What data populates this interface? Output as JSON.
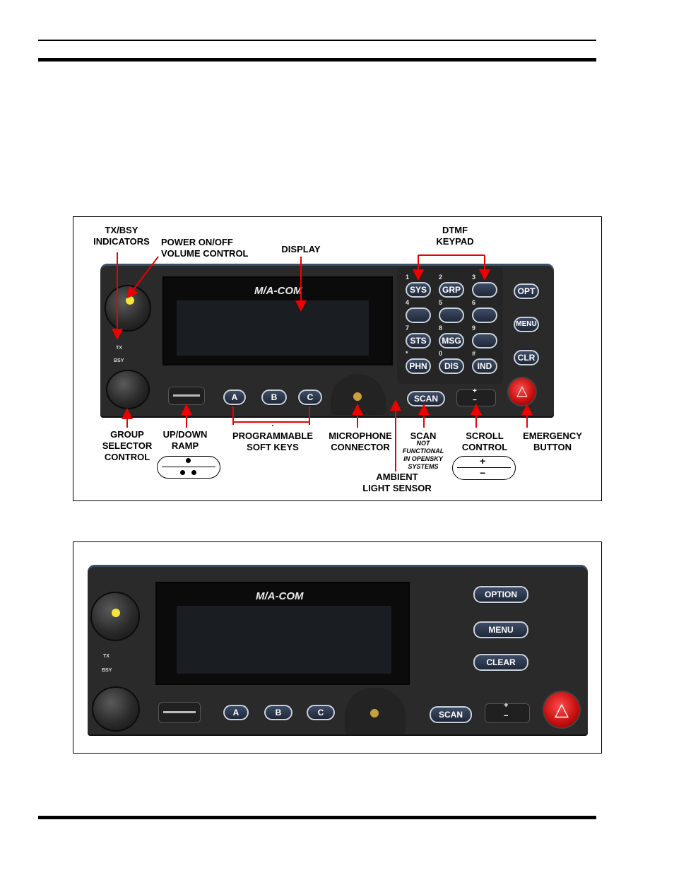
{
  "figure1": {
    "labels": {
      "tx_bsy": "TX/BSY\nINDICATORS",
      "power": "POWER ON/OFF\nVOLUME CONTROL",
      "display": "DISPLAY",
      "dtmf": "DTMF\nKEYPAD",
      "group": "GROUP\nSELECTOR\nCONTROL",
      "updown": "UP/DOWN\nRAMP",
      "softkeys": "PROGRAMMABLE\nSOFT KEYS",
      "mic": "MICROPHONE\nCONNECTOR",
      "scan": "SCAN",
      "scan_note": "NOT\nFUNCTIONAL\nIN OPENSKY\nSYSTEMS",
      "scroll": "SCROLL\nCONTROL",
      "emergency": "EMERGENCY\nBUTTON",
      "ambient": "AMBIENT\nLIGHT SENSOR"
    },
    "keypad": [
      {
        "num": "1",
        "label": "SYS"
      },
      {
        "num": "2",
        "label": "GRP"
      },
      {
        "num": "3",
        "label": ""
      },
      {
        "num": "4",
        "label": ""
      },
      {
        "num": "5",
        "label": ""
      },
      {
        "num": "6",
        "label": ""
      },
      {
        "num": "7",
        "label": "STS"
      },
      {
        "num": "8",
        "label": "MSG"
      },
      {
        "num": "9",
        "label": ""
      },
      {
        "num": "*",
        "label": "PHN"
      },
      {
        "num": "0",
        "label": "DIS"
      },
      {
        "num": "#",
        "label": "IND"
      }
    ],
    "side_keys": [
      "OPT",
      "MENU",
      "CLR"
    ],
    "soft_keys": [
      "A",
      "B",
      "C"
    ],
    "scan_key": "SCAN",
    "indicator_tx": "TX",
    "indicator_bsy": "BSY",
    "scroll_plus": "+",
    "scroll_minus": "−",
    "logo": "M/A-COM"
  },
  "figure2": {
    "side_keys": [
      "OPTION",
      "MENU",
      "CLEAR"
    ],
    "soft_keys": [
      "A",
      "B",
      "C"
    ],
    "scan_key": "SCAN",
    "indicator_tx": "TX",
    "indicator_bsy": "BSY",
    "scroll_plus": "+",
    "scroll_minus": "−",
    "logo": "M/A-COM"
  }
}
